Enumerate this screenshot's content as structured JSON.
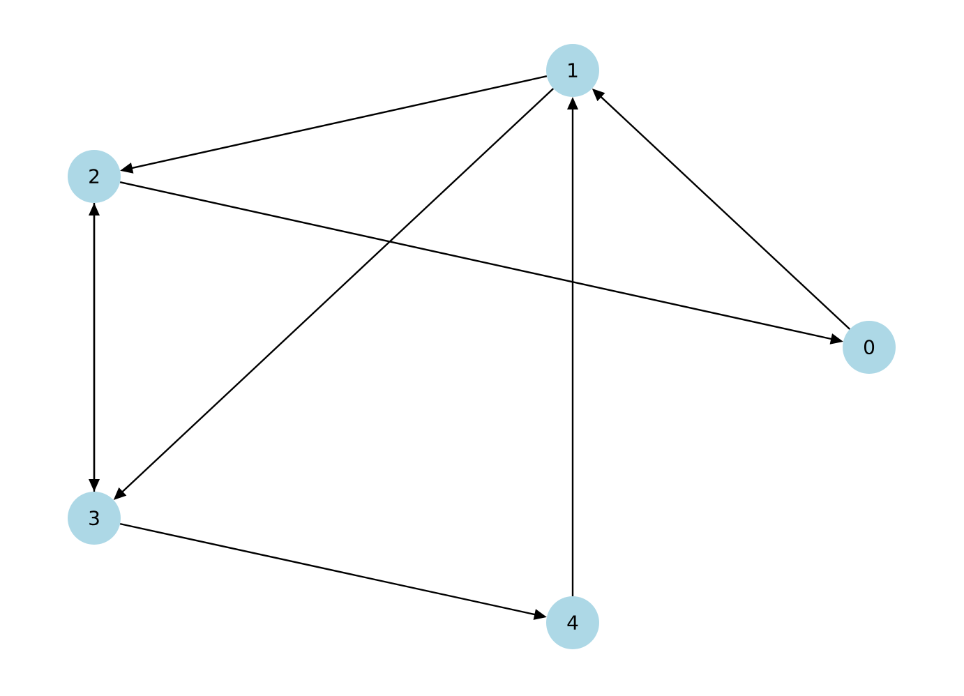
{
  "graph": {
    "directed": true,
    "node_color": "#add8e6",
    "edge_color": "#000000",
    "label_color": "#000000",
    "nodes": [
      {
        "id": "0",
        "label": "0"
      },
      {
        "id": "1",
        "label": "1"
      },
      {
        "id": "2",
        "label": "2"
      },
      {
        "id": "3",
        "label": "3"
      },
      {
        "id": "4",
        "label": "4"
      }
    ],
    "edges": [
      {
        "source": "0",
        "target": "1"
      },
      {
        "source": "1",
        "target": "2"
      },
      {
        "source": "1",
        "target": "3"
      },
      {
        "source": "2",
        "target": "0"
      },
      {
        "source": "2",
        "target": "3"
      },
      {
        "source": "3",
        "target": "2"
      },
      {
        "source": "3",
        "target": "4"
      },
      {
        "source": "4",
        "target": "1"
      }
    ]
  }
}
